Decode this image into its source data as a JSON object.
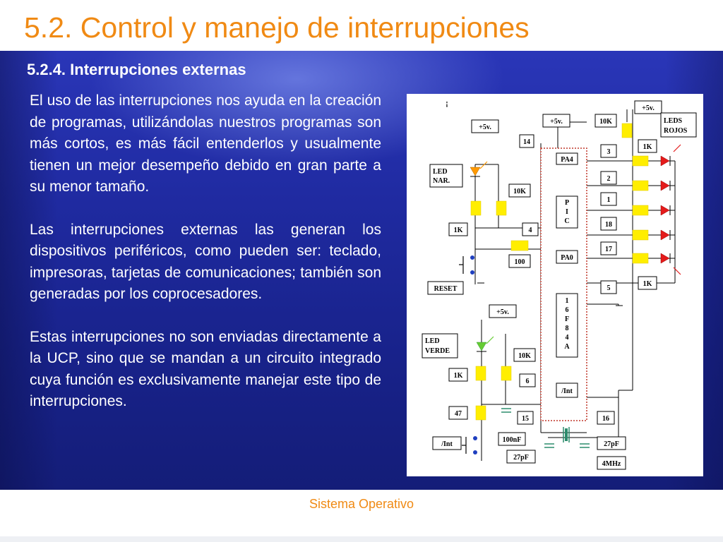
{
  "slide": {
    "title": "5.2. Control y manejo de interrupciones",
    "subtitle": "5.2.4. Interrupciones externas",
    "paragraphs": [
      "El uso de las interrupciones nos ayuda en la creación de programas, utilizándolas nuestros programas son más cortos, es más fácil entenderlos y usualmente tienen un mejor desempeño debido en gran parte a su menor tamaño.",
      "Las interrupciones externas las generan los dispositivos periféricos, como pueden ser: teclado, impresoras, tarjetas de comunicaciones; también son generadas por los coprocesadores.",
      "Estas interrupciones no son enviadas directamente a la UCP, sino que se mandan a un circuito integrado cuya función es exclusivamente manejar este tipo de interrupciones."
    ],
    "footer": "Sistema Operativo"
  },
  "diagram": {
    "mark": "¡",
    "vcc_left_top": "+5v.",
    "vcc_center": "+5v.",
    "vcc_right": "+5v.",
    "vcc_left_bottom": "+5v.",
    "res_10k_center": "10K",
    "res_10k_left": "10K",
    "res_10k_bottom": "10K",
    "res_1k_left": "1K",
    "res_1k_bottom": "1K",
    "res_1k_right_top": "1K",
    "res_1k_right_bottom": "1K",
    "res_100": "100",
    "res_47": "47",
    "cap_100nf": "100nF",
    "cap_27pf_left": "27pF",
    "cap_27pf_right": "27pF",
    "crystal": "4MHz",
    "led_nar": [
      "LED",
      "NAR."
    ],
    "led_verde": [
      "LED",
      "VERDE"
    ],
    "leds_rojos": [
      "LEDS",
      "ROJOS"
    ],
    "reset": "RESET",
    "int_label": "/Int",
    "chip_pa4": "PA4",
    "chip_pic": [
      "P",
      "I",
      "C"
    ],
    "chip_pa0": "PA0",
    "chip_model": [
      "1",
      "6",
      "F",
      "8",
      "4",
      "A"
    ],
    "chip_int": "/Int",
    "pins_left": [
      "14",
      "4",
      "6",
      "15"
    ],
    "pins_right": [
      "3",
      "2",
      "1",
      "18",
      "17",
      "5",
      "16"
    ]
  }
}
